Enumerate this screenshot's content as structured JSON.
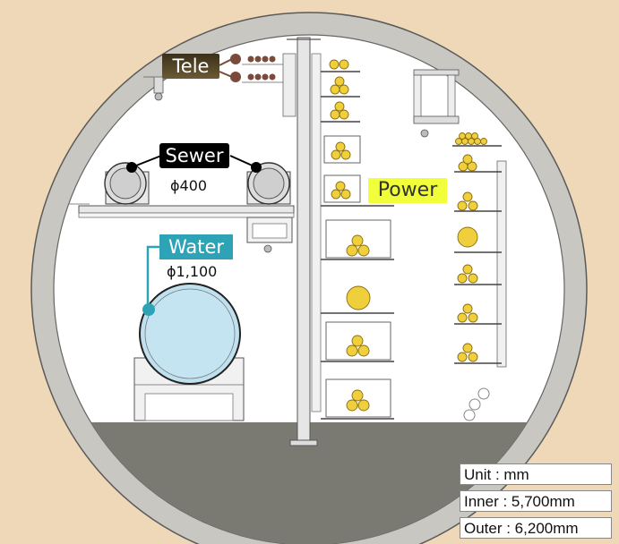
{
  "labels": {
    "tele": "Tele",
    "sewer": "Sewer",
    "sewer_diameter": "ϕ400",
    "water": "Water",
    "water_diameter": "ϕ1,100",
    "power": "Power"
  },
  "info": {
    "unit": "Unit : mm",
    "inner": "Inner : 5,700mm",
    "outer": "Outer : 6,200mm"
  },
  "colors": {
    "background": "#eed8b8",
    "ring": "#c9c7c2",
    "floor": "#7a7a72",
    "water_pipe": "#bfe0ef",
    "cable": "#f0cf3c",
    "tele_cable": "#7a4a3a"
  }
}
